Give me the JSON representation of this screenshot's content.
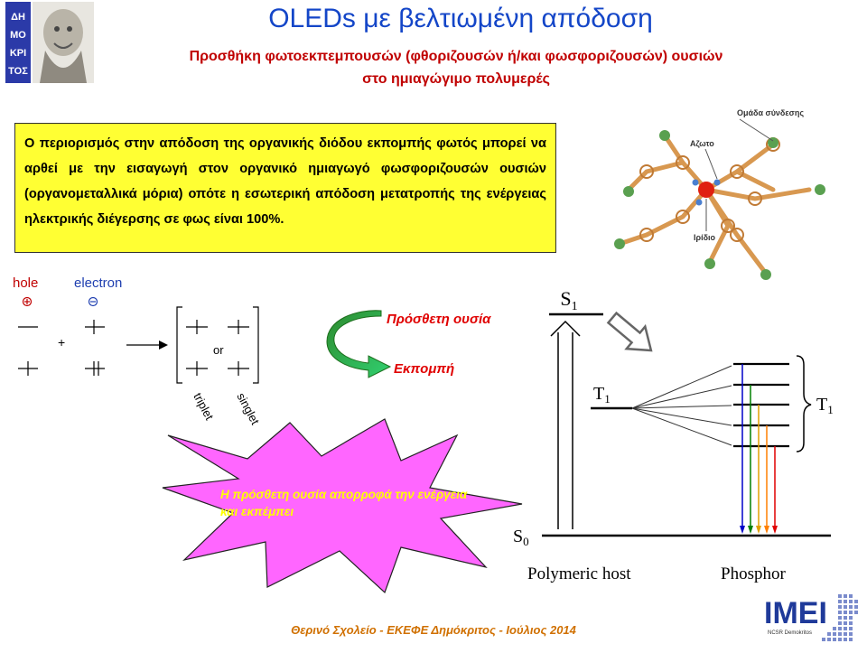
{
  "slide": {
    "title": "OLEDs με βελτιωμένη απόδοση",
    "subtitle_line1": "Προσθήκη φωτοεκπεμπουσών (φθοριζουσών ή/και φωσφοριζουσών) ουσιών",
    "subtitle_line2": "στο ημιαγώγιμο πολυμερές",
    "yellow_box_text": "Ο περιορισμός στην απόδοση της οργανικής διόδου εκπομπής φωτός μπορεί να αρθεί με την εισαγωγή στον οργανικό ημιαγωγό φωσφοριζουσών ουσιών (οργανομεταλλικά μόρια) οπότε η εσωτερική απόδοση μετατροπής της ενέργειας ηλεκτρικής διέγερσης σε φως είναι 100%.",
    "molecule": {
      "label_group": "Ομάδα σύνδεσης",
      "label_nitrogen": "Αζωτο",
      "label_iridium": "Ιρίδιο"
    },
    "spin": {
      "hole_label": "hole",
      "electron_label": "electron",
      "plus": "+",
      "or_label": "or",
      "triplet_label": "triplet",
      "singlet_label": "singlet"
    },
    "cycle": {
      "label_add": "Πρόσθετη ουσία",
      "label_emit": "Εκπομπή"
    },
    "starburst_text": "Η πρόσθετη ουσία απορροφά την ενέργεια και εκπέμπει",
    "energy": {
      "s1_label": "S",
      "s1_sub": "1",
      "t1_left_label": "T",
      "t1_left_sub": "1",
      "t1_right_label": "T",
      "t1_right_sub": "1",
      "s0_label": "S",
      "s0_sub": "0",
      "host_label": "Polymeric host",
      "phosphor_label": "Phosphor",
      "emission_colors": [
        "#0000c8",
        "#008000",
        "#e0a000",
        "#ff7f00",
        "#e00000"
      ]
    },
    "footer": "Θερινό Σχολείο - ΕΚΕΦΕ Δημόκριτος - Ιούλιος 2014",
    "imei_logo": {
      "text": "IMEI",
      "sub": "NCSR Demokritos"
    },
    "left_logo_text": "ΔΗ ΜΟ ΚΡΙ ΤΟΣ"
  }
}
